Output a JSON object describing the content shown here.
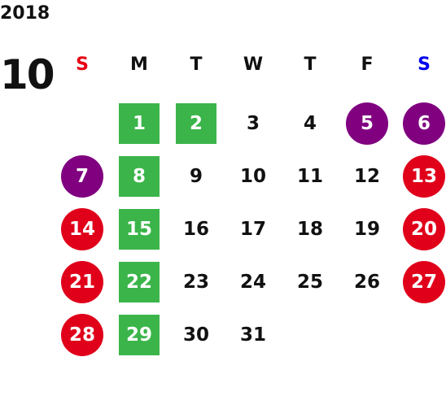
{
  "year": "2018",
  "month": "10",
  "weekdays": [
    "S",
    "M",
    "T",
    "W",
    "T",
    "F",
    "S"
  ],
  "weeks": [
    [
      {
        "d": ""
      },
      {
        "d": "1",
        "t": "green"
      },
      {
        "d": "2",
        "t": "green"
      },
      {
        "d": "3"
      },
      {
        "d": "4"
      },
      {
        "d": "5",
        "t": "purple"
      },
      {
        "d": "6",
        "t": "purple"
      }
    ],
    [
      {
        "d": "7",
        "t": "purple"
      },
      {
        "d": "8",
        "t": "green"
      },
      {
        "d": "9"
      },
      {
        "d": "10"
      },
      {
        "d": "11"
      },
      {
        "d": "12"
      },
      {
        "d": "13",
        "t": "red"
      }
    ],
    [
      {
        "d": "14",
        "t": "red"
      },
      {
        "d": "15",
        "t": "green"
      },
      {
        "d": "16"
      },
      {
        "d": "17"
      },
      {
        "d": "18"
      },
      {
        "d": "19"
      },
      {
        "d": "20",
        "t": "red"
      }
    ],
    [
      {
        "d": "21",
        "t": "red"
      },
      {
        "d": "22",
        "t": "green"
      },
      {
        "d": "23"
      },
      {
        "d": "24"
      },
      {
        "d": "25"
      },
      {
        "d": "26"
      },
      {
        "d": "27",
        "t": "red"
      }
    ],
    [
      {
        "d": "28",
        "t": "red"
      },
      {
        "d": "29",
        "t": "green"
      },
      {
        "d": "30"
      },
      {
        "d": "31"
      },
      {
        "d": ""
      },
      {
        "d": ""
      },
      {
        "d": ""
      }
    ]
  ],
  "colors": {
    "green": "#3bb54a",
    "purple": "#800080",
    "red": "#e0001a",
    "sunday": "#e60012",
    "saturday": "#0000ee"
  }
}
